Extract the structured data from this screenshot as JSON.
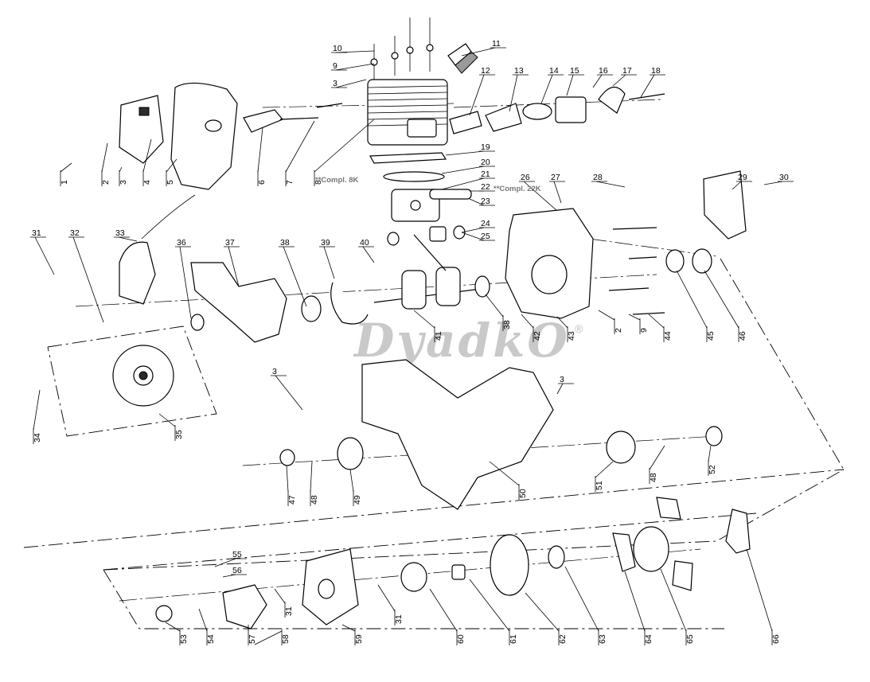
{
  "watermark": {
    "brand": "DyadkO",
    "registered": "®"
  },
  "notes": {
    "cylinder_kit": "**Compl. 8K",
    "piston_kit": "**Compl. 22K"
  },
  "callouts": [
    {
      "id": "c1",
      "label": "1"
    },
    {
      "id": "c2",
      "label": "2"
    },
    {
      "id": "c3a",
      "label": "3"
    },
    {
      "id": "c3b",
      "label": "3"
    },
    {
      "id": "c3c",
      "label": "3"
    },
    {
      "id": "c3d",
      "label": "3"
    },
    {
      "id": "c2b",
      "label": "2"
    },
    {
      "id": "c4",
      "label": "4"
    },
    {
      "id": "c5",
      "label": "5"
    },
    {
      "id": "c6",
      "label": "6"
    },
    {
      "id": "c7",
      "label": "7"
    },
    {
      "id": "c8",
      "label": "8"
    },
    {
      "id": "c9",
      "label": "9"
    },
    {
      "id": "c9b",
      "label": "9"
    },
    {
      "id": "c10",
      "label": "10"
    },
    {
      "id": "c11",
      "label": "11"
    },
    {
      "id": "c12",
      "label": "12"
    },
    {
      "id": "c13",
      "label": "13"
    },
    {
      "id": "c14",
      "label": "14"
    },
    {
      "id": "c15",
      "label": "15"
    },
    {
      "id": "c16",
      "label": "16"
    },
    {
      "id": "c17",
      "label": "17"
    },
    {
      "id": "c18",
      "label": "18"
    },
    {
      "id": "c19",
      "label": "19"
    },
    {
      "id": "c20",
      "label": "20"
    },
    {
      "id": "c21",
      "label": "21"
    },
    {
      "id": "c22",
      "label": "22"
    },
    {
      "id": "c23",
      "label": "23"
    },
    {
      "id": "c24",
      "label": "24"
    },
    {
      "id": "c25",
      "label": "25"
    },
    {
      "id": "c26",
      "label": "26"
    },
    {
      "id": "c27",
      "label": "27"
    },
    {
      "id": "c28",
      "label": "28"
    },
    {
      "id": "c29",
      "label": "29"
    },
    {
      "id": "c30",
      "label": "30"
    },
    {
      "id": "c31",
      "label": "31"
    },
    {
      "id": "c31b",
      "label": "31"
    },
    {
      "id": "c31c",
      "label": "31"
    },
    {
      "id": "c32",
      "label": "32"
    },
    {
      "id": "c33",
      "label": "33"
    },
    {
      "id": "c34",
      "label": "34"
    },
    {
      "id": "c35",
      "label": "35"
    },
    {
      "id": "c36",
      "label": "36"
    },
    {
      "id": "c37",
      "label": "37"
    },
    {
      "id": "c38",
      "label": "38"
    },
    {
      "id": "c38b",
      "label": "38"
    },
    {
      "id": "c39",
      "label": "39"
    },
    {
      "id": "c40",
      "label": "40"
    },
    {
      "id": "c41",
      "label": "41"
    },
    {
      "id": "c42",
      "label": "42"
    },
    {
      "id": "c43",
      "label": "43"
    },
    {
      "id": "c44",
      "label": "44"
    },
    {
      "id": "c45",
      "label": "45"
    },
    {
      "id": "c46",
      "label": "46"
    },
    {
      "id": "c47",
      "label": "47"
    },
    {
      "id": "c48",
      "label": "48"
    },
    {
      "id": "c48b",
      "label": "48"
    },
    {
      "id": "c49",
      "label": "49"
    },
    {
      "id": "c50",
      "label": "50"
    },
    {
      "id": "c51",
      "label": "51"
    },
    {
      "id": "c52",
      "label": "52"
    },
    {
      "id": "c53",
      "label": "53"
    },
    {
      "id": "c54",
      "label": "54"
    },
    {
      "id": "c55",
      "label": "55"
    },
    {
      "id": "c56",
      "label": "56"
    },
    {
      "id": "c57",
      "label": "57"
    },
    {
      "id": "c58",
      "label": "58"
    },
    {
      "id": "c59",
      "label": "59"
    },
    {
      "id": "c60",
      "label": "60"
    },
    {
      "id": "c61",
      "label": "61"
    },
    {
      "id": "c62",
      "label": "62"
    },
    {
      "id": "c63",
      "label": "63"
    },
    {
      "id": "c64",
      "label": "64"
    },
    {
      "id": "c65",
      "label": "65"
    },
    {
      "id": "c66",
      "label": "66"
    }
  ]
}
